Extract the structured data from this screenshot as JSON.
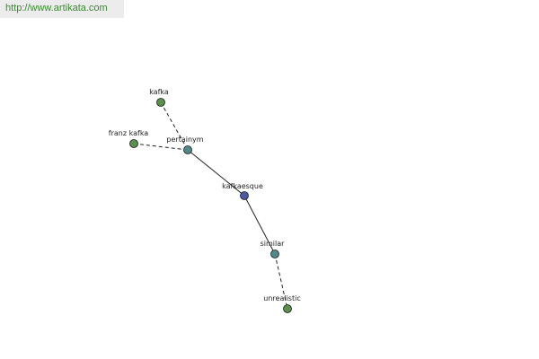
{
  "header": {
    "url": "http://www.artikata.com"
  },
  "colors": {
    "banner_text": "#3a8a32",
    "node_term": "#5a8f4e",
    "node_relation": "#4f8a8a",
    "node_center": "#4b5aa0",
    "edge": "#222222"
  },
  "graph": {
    "nodes": [
      {
        "id": "kafka",
        "label": "kafka",
        "kind": "term"
      },
      {
        "id": "franz-kafka",
        "label": "franz kafka",
        "kind": "term"
      },
      {
        "id": "pertainym",
        "label": "pertainym",
        "kind": "relation"
      },
      {
        "id": "kafkaesque",
        "label": "kafkaesque",
        "kind": "center"
      },
      {
        "id": "similar",
        "label": "similar",
        "kind": "relation"
      },
      {
        "id": "unrealistic",
        "label": "unrealistic",
        "kind": "term"
      }
    ],
    "edges": [
      {
        "from": "kafka",
        "to": "pertainym",
        "style": "dashed"
      },
      {
        "from": "franz-kafka",
        "to": "pertainym",
        "style": "dashed"
      },
      {
        "from": "pertainym",
        "to": "kafkaesque",
        "style": "solid"
      },
      {
        "from": "kafkaesque",
        "to": "similar",
        "style": "solid"
      },
      {
        "from": "similar",
        "to": "unrealistic",
        "style": "dashed"
      }
    ]
  }
}
